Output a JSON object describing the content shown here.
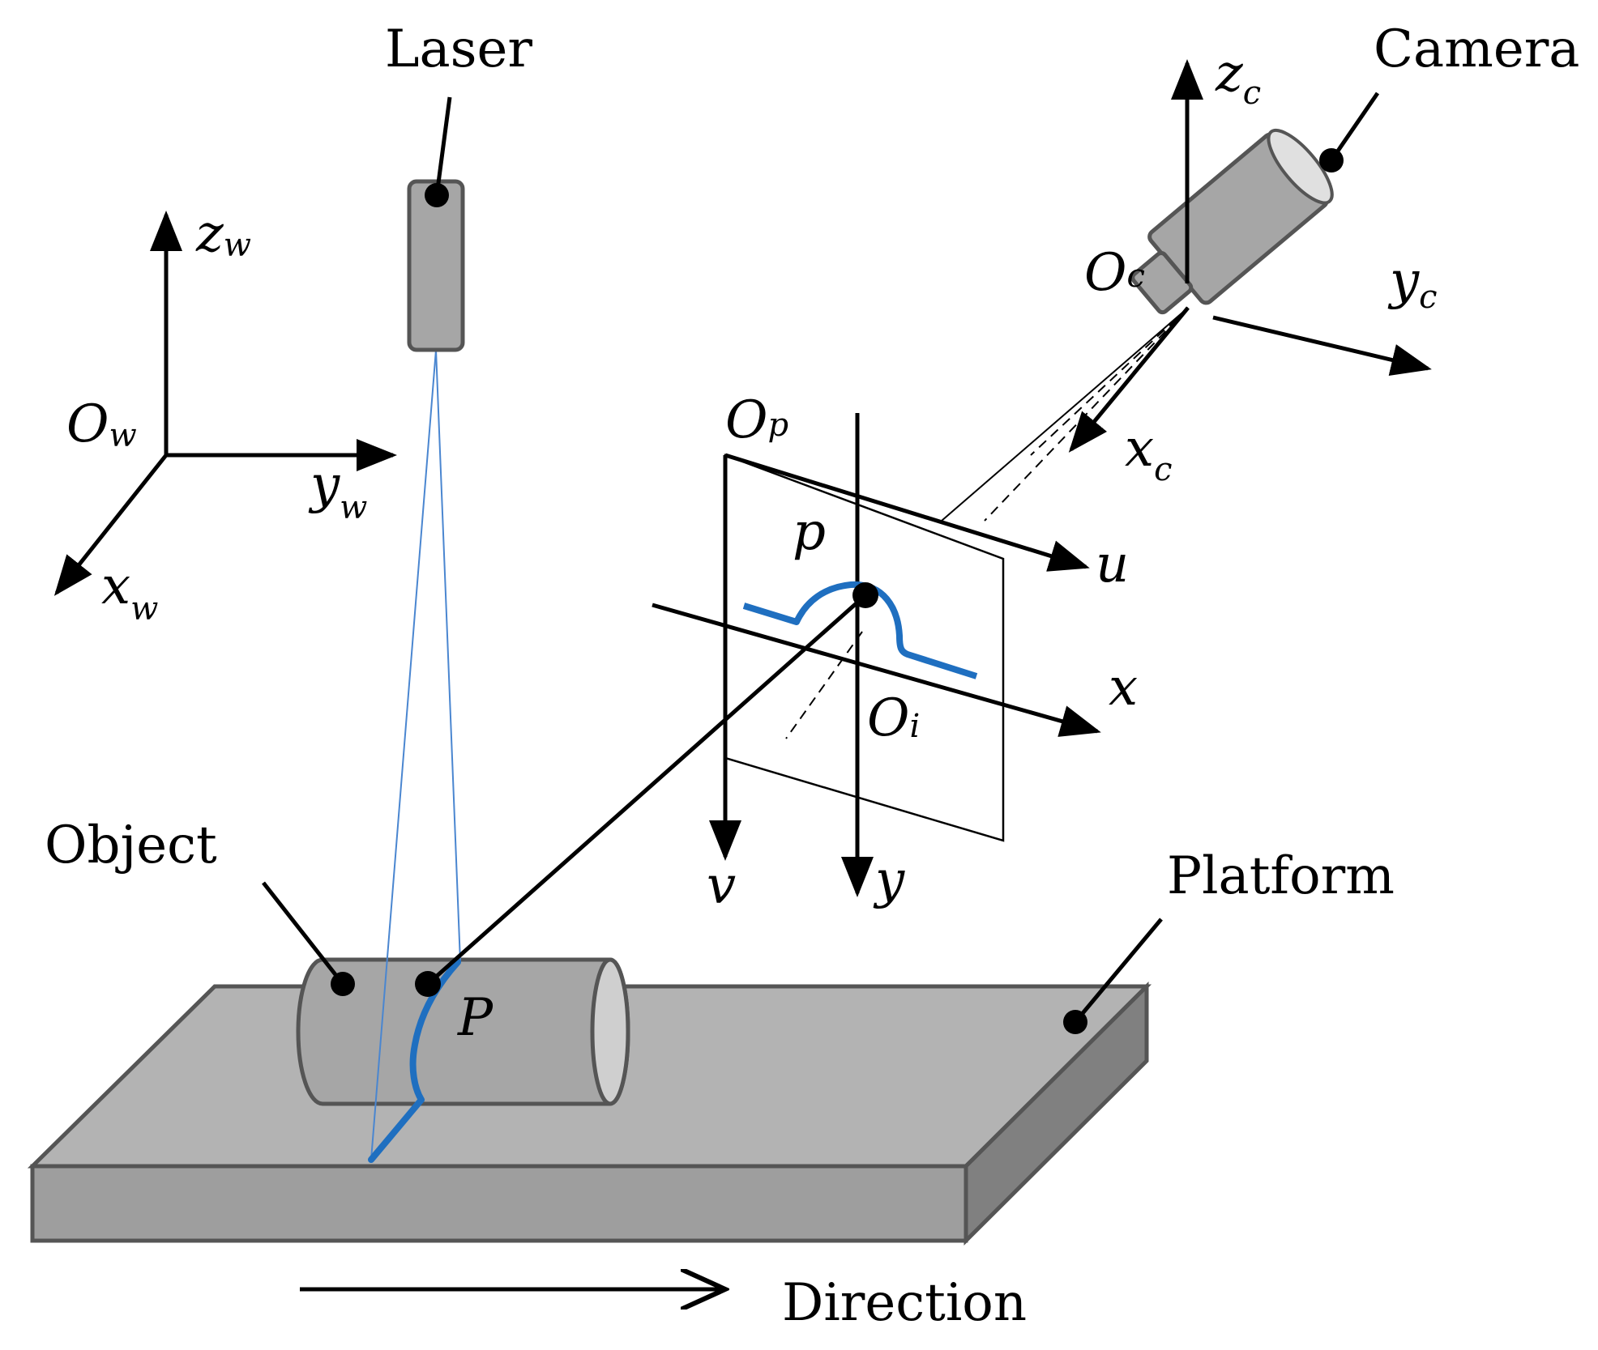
{
  "labels": {
    "laser": "Laser",
    "camera": "Camera",
    "object": "Object",
    "platform": "Platform",
    "direction": "Direction"
  },
  "world_frame": {
    "origin": "O",
    "origin_sub": "w",
    "z": "z",
    "z_sub": "w",
    "y": "y",
    "y_sub": "w",
    "x": "x",
    "x_sub": "w"
  },
  "camera_frame": {
    "origin": "O",
    "origin_sub": "c",
    "z": "z",
    "z_sub": "c",
    "y": "y",
    "y_sub": "c",
    "x": "x",
    "x_sub": "c"
  },
  "pixel_frame": {
    "origin": "O",
    "origin_sub": "p",
    "u": "u",
    "v": "v"
  },
  "image_frame": {
    "origin": "O",
    "origin_sub": "i",
    "x": "x",
    "y": "y"
  },
  "points": {
    "image_point": "p",
    "world_point": "P"
  },
  "colors": {
    "laser_line": "#1f6fc0",
    "body_gray": "#a6a6a6",
    "outline": "#555555"
  }
}
